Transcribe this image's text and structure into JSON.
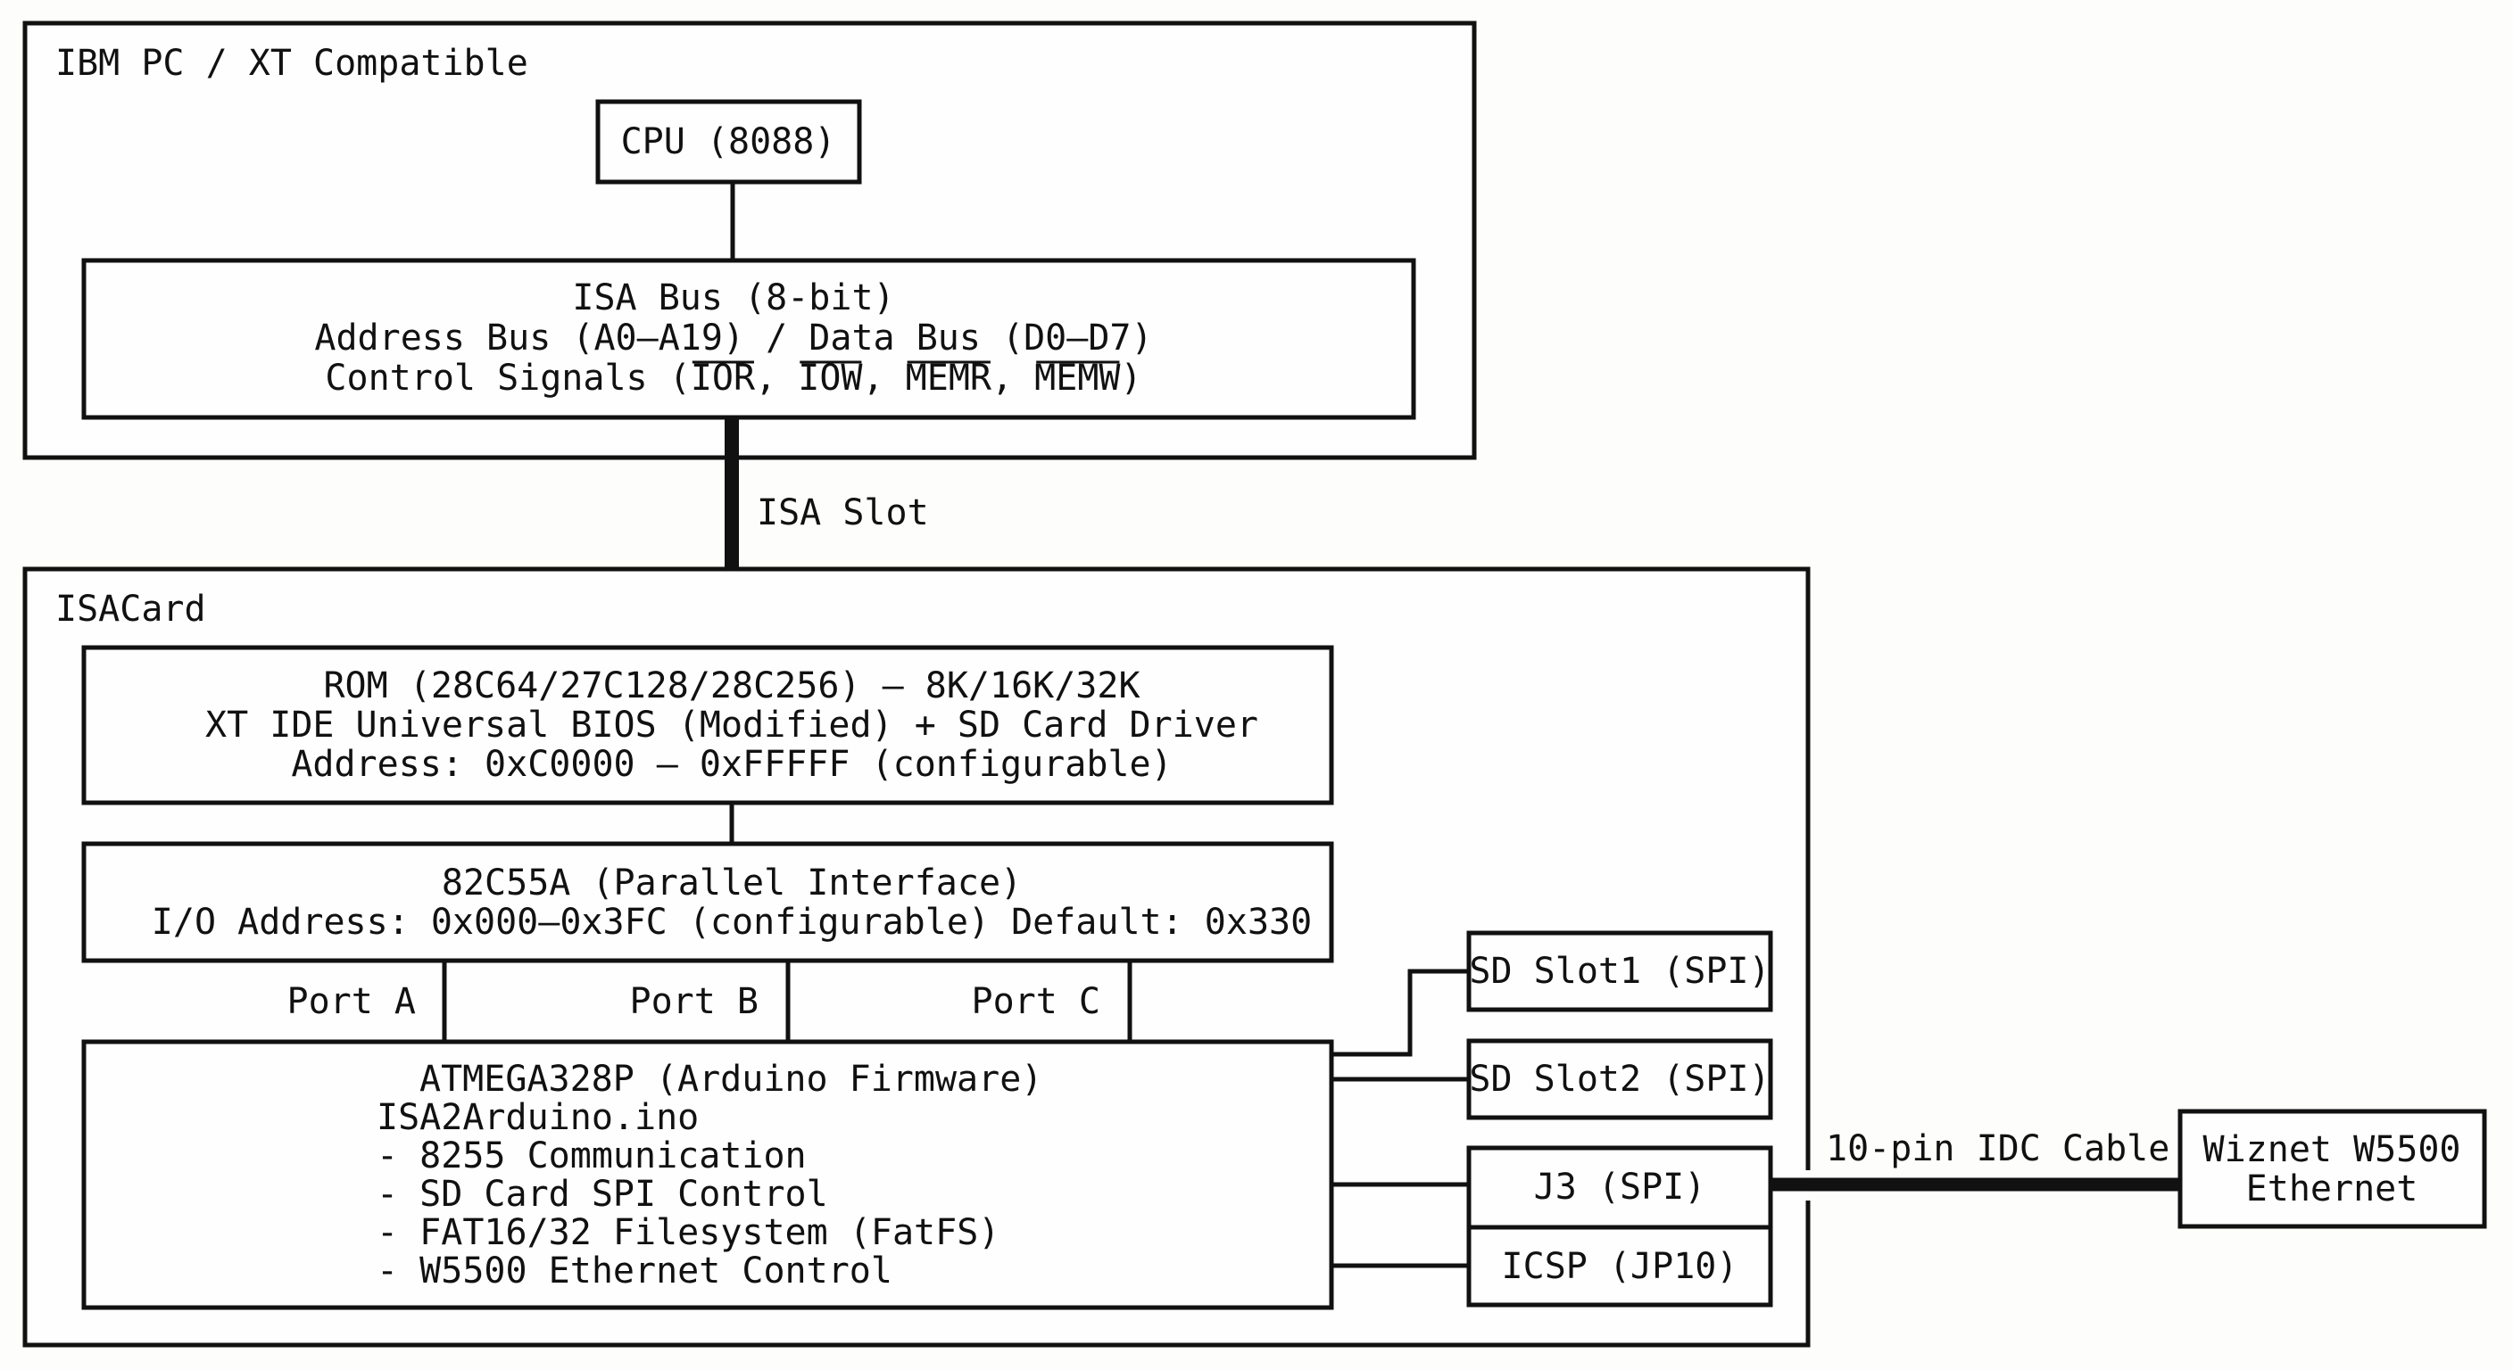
{
  "diagram": {
    "pc": {
      "title": "IBM PC / XT Compatible",
      "cpu": "CPU (8088)",
      "isa_bus": {
        "line1": "ISA Bus (8-bit)",
        "line2": "Address Bus (A0–A19) / Data Bus (D0–D7)",
        "line3_prefix": "Control Signals (",
        "signals": [
          "IOR",
          "IOW",
          "MEMR",
          "MEMW"
        ],
        "line3_suffix": ")"
      }
    },
    "isa_slot_label": "ISA Slot",
    "card": {
      "title": "ISACard",
      "rom": {
        "line1": "ROM (28C64/27C128/28C256) – 8K/16K/32K",
        "line2": "XT IDE Universal BIOS (Modified) + SD Card Driver",
        "line3": "Address: 0xC0000 – 0xFFFFF (configurable)"
      },
      "ppi": {
        "line1": "82C55A (Parallel Interface)",
        "line2": "I/O Address: 0x000–0x3FC (configurable) Default: 0x330"
      },
      "ports": [
        "Port A",
        "Port B",
        "Port C"
      ],
      "mcu": {
        "title": "ATMEGA328P (Arduino Firmware)",
        "file": "ISA2Arduino.ino",
        "features": [
          "- 8255 Communication",
          "- SD Card SPI Control",
          "- FAT16/32 Filesystem (FatFS)",
          "- W5500 Ethernet Control"
        ]
      },
      "connectors": [
        "SD Slot1 (SPI)",
        "SD Slot2 (SPI)",
        "J3 (SPI)",
        "ICSP (JP10)"
      ]
    },
    "cable_label": "10-pin IDC Cable",
    "ethernet": {
      "line1": "Wiznet W5500",
      "line2": "Ethernet"
    }
  }
}
